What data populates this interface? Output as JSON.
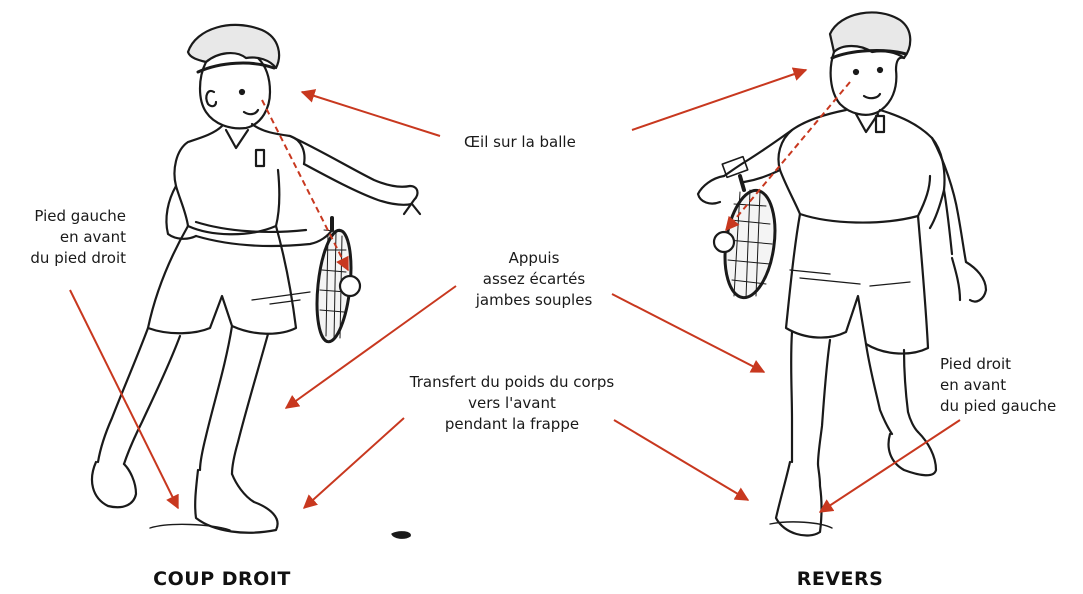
{
  "labels": {
    "eye_on_ball": "Œil sur la balle",
    "supports": [
      "Appuis",
      "assez écartés",
      "jambes souples"
    ],
    "weight_transfer": [
      "Transfert du poids du corps",
      "vers l'avant",
      "pendant la frappe"
    ],
    "left_foot": [
      "Pied gauche",
      "en avant",
      "du pied droit"
    ],
    "right_foot": [
      "Pied droit",
      "en avant",
      "du pied gauche"
    ]
  },
  "titles": {
    "forehand": "COUP DROIT",
    "backhand": "REVERS"
  },
  "colors": {
    "arrow": "#c8381f",
    "ink": "#1a1a1a",
    "background": "#ffffff"
  }
}
